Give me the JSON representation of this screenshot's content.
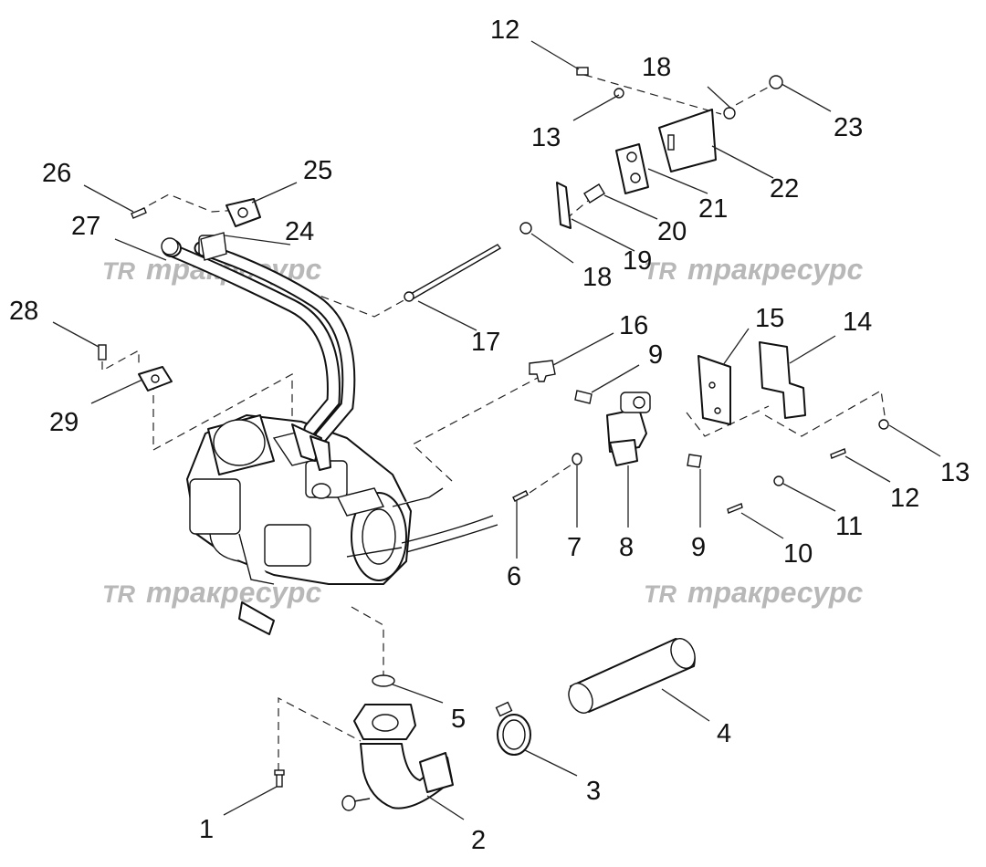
{
  "labels": [
    "1",
    "2",
    "3",
    "4",
    "5",
    "6",
    "7",
    "8",
    "9",
    "9",
    "10",
    "11",
    "12",
    "12",
    "13",
    "13",
    "14",
    "15",
    "16",
    "17",
    "18",
    "18",
    "19",
    "20",
    "21",
    "22",
    "23",
    "24",
    "25",
    "26",
    "27",
    "28",
    "29"
  ],
  "watermark": {
    "logo": "TR",
    "text": "тракресурс"
  },
  "colors": {
    "ink": "#111111",
    "watermark": "#b8b8b8",
    "background": "#ffffff"
  }
}
